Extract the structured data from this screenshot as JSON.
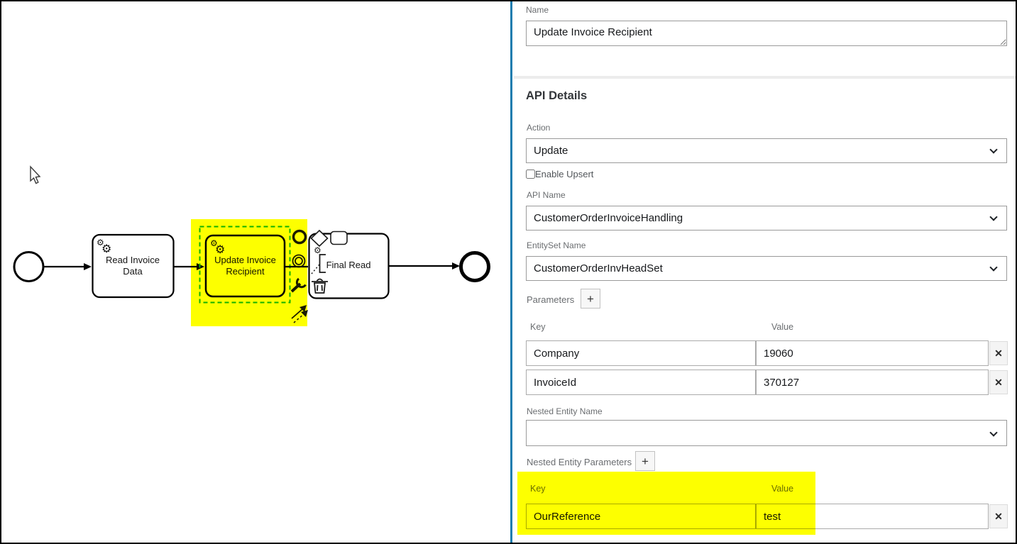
{
  "icons": {
    "gear_glyph": "⚙",
    "add_glyph": "+",
    "remove_glyph": "✕"
  },
  "diagram": {
    "tasks": [
      {
        "label": "Read Invoice\nData"
      },
      {
        "label": "Update Invoice\nRecipient"
      },
      {
        "label": "Final Read"
      }
    ]
  },
  "panel": {
    "name_field": {
      "label": "Name",
      "value": "Update Invoice Recipient"
    },
    "section_title": "API Details",
    "action": {
      "label": "Action",
      "value": "Update"
    },
    "enable_upsert": {
      "label": "Enable Upsert"
    },
    "api_name": {
      "label": "API Name",
      "value": "CustomerOrderInvoiceHandling"
    },
    "entityset_name": {
      "label": "EntitySet Name",
      "value": "CustomerOrderInvHeadSet"
    },
    "parameters": {
      "label": "Parameters",
      "key_header": "Key",
      "value_header": "Value",
      "rows": [
        {
          "key": "Company",
          "value": "19060"
        },
        {
          "key": "InvoiceId",
          "value": "370127"
        }
      ]
    },
    "nested_entity_name": {
      "label": "Nested Entity Name",
      "value": ""
    },
    "nested_parameters": {
      "label": "Nested Entity Parameters",
      "key_header": "Key",
      "value_header": "Value",
      "rows": [
        {
          "key": "OurReference",
          "value": "test"
        }
      ]
    }
  }
}
